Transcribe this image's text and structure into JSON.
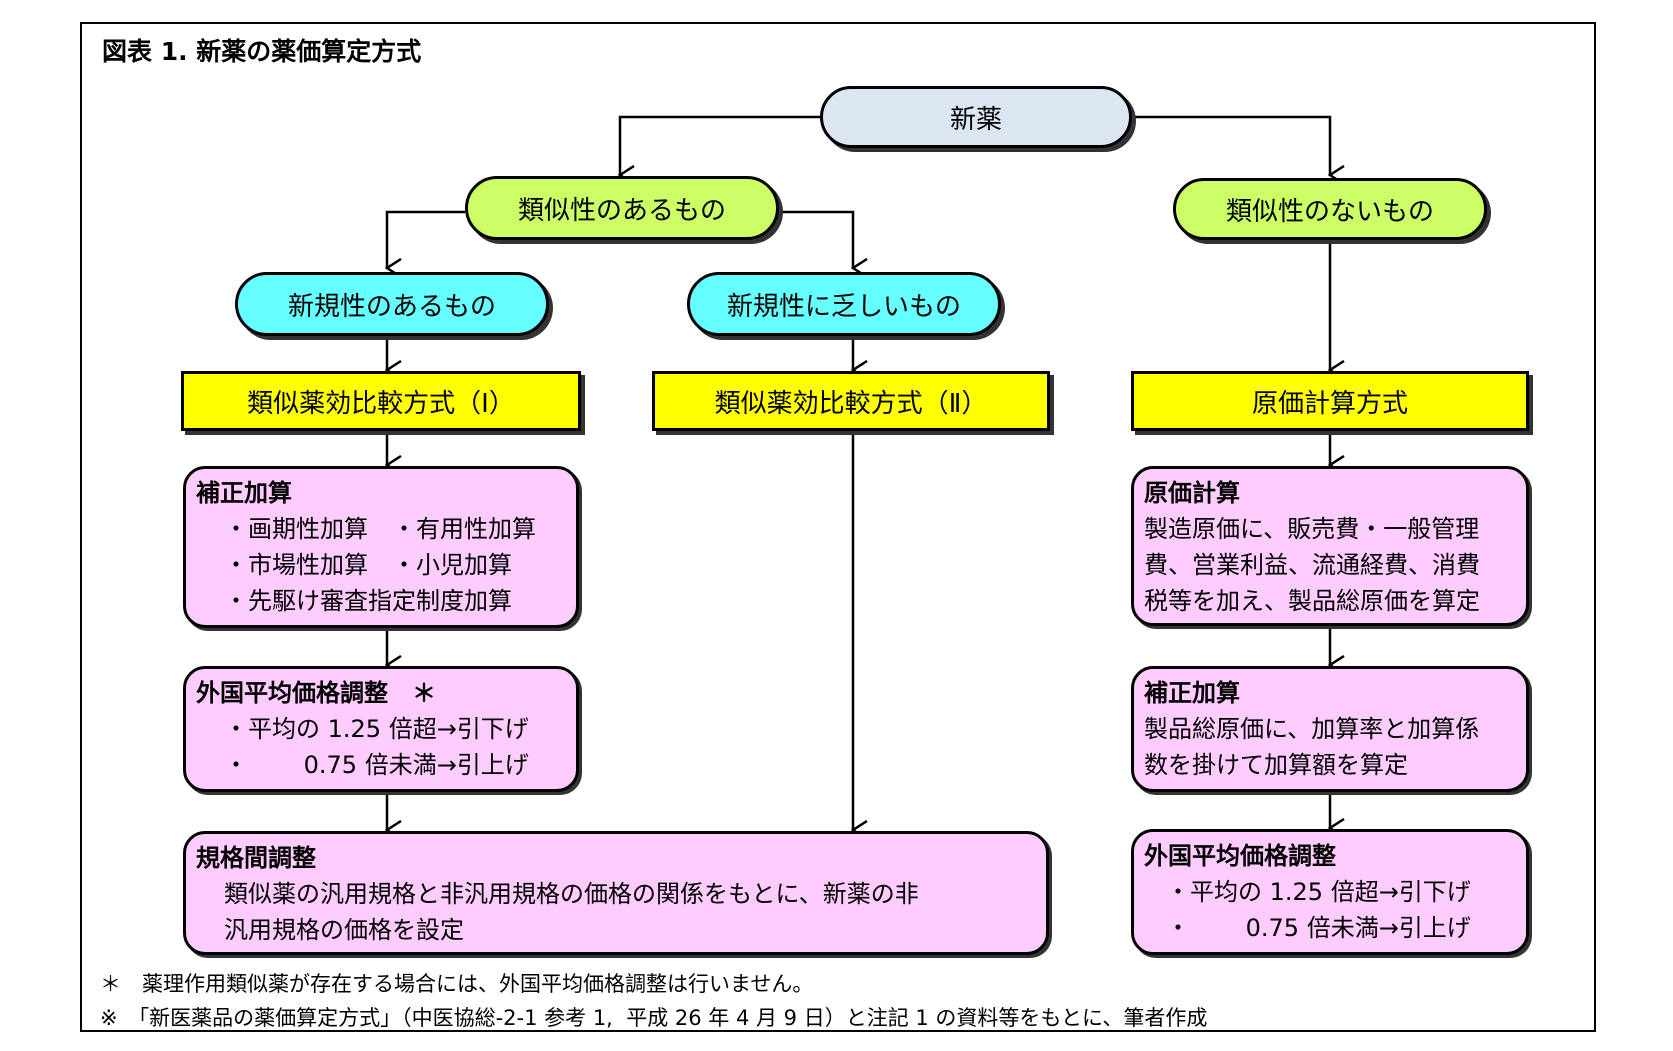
{
  "title": "図表 1.  新薬の薬価算定方式",
  "nodes": {
    "new_drug": "新薬",
    "similar": "類似性のあるもの",
    "not_similar": "類似性のないもの",
    "novel": "新規性のあるもの",
    "low_novelty": "新規性に乏しいもの",
    "method1": "類似薬効比較方式（Ⅰ）",
    "method2": "類似薬効比較方式（Ⅱ）",
    "cost_method": "原価計算方式"
  },
  "boxes": {
    "correction1": {
      "heading": "補正加算",
      "lines": [
        "・画期性加算　・有用性加算",
        "・市場性加算　・小児加算",
        "・先駆け審査指定制度加算"
      ]
    },
    "foreign1": {
      "heading": "外国平均価格調整　＊",
      "lines": [
        "・平均の 1.25 倍超→引下げ",
        "・　　 0.75 倍未満→引上げ"
      ]
    },
    "spec": {
      "heading": "規格間調整",
      "lines": [
        "類似薬の汎用規格と非汎用規格の価格の関係をもとに、新薬の非",
        "汎用規格の価格を設定"
      ]
    },
    "cost_calc": {
      "heading": "原価計算",
      "lines": [
        "製造原価に、販売費・一般管理",
        "費、営業利益、流通経費、消費",
        "税等を加え、製品総原価を算定"
      ]
    },
    "correction2": {
      "heading": "補正加算",
      "lines": [
        "製品総原価に、加算率と加算係",
        "数を掛けて加算額を算定"
      ]
    },
    "foreign2": {
      "heading": "外国平均価格調整",
      "lines": [
        "・平均の 1.25 倍超→引下げ",
        "・　　 0.75 倍未満→引上げ"
      ]
    }
  },
  "notes": [
    "＊　薬理作用類似薬が存在する場合には、外国平均価格調整は行いません。",
    "※　「新医薬品の薬価算定方式」（中医協総-2-1 参考 1,  平成 26 年 4 月 9 日）と注記 1 の資料等をもとに、筆者作成"
  ],
  "colors": {
    "new_drug_fill": "#dce6f2",
    "similarity_fill": "#ccff66",
    "novelty_fill": "#66ffff",
    "method_fill": "#ffff00",
    "box_fill": "#ffccff"
  }
}
